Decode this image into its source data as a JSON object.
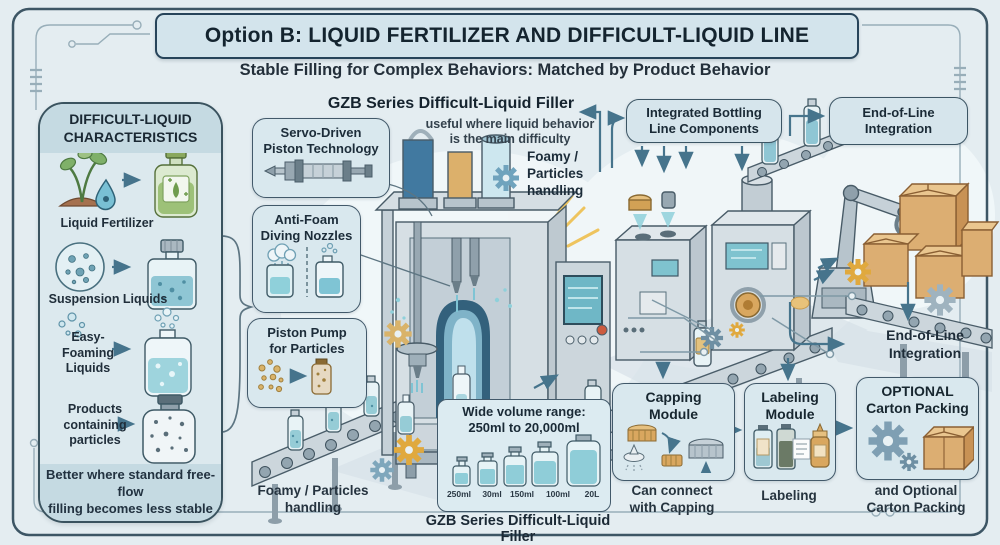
{
  "palette": {
    "background": "#e4edf1",
    "panel_fill": "#dce9ee",
    "band_fill": "#c5dae2",
    "box_fill": "#d9e8ee",
    "border_dark": "#3a535f",
    "text_dark": "#1b2733",
    "arrow_teal": "#46748c",
    "accent_amber": "#d9a75f",
    "liquid_blue": "#8fcdd8",
    "machine_gray": "#d6dfe4"
  },
  "header": {
    "title": "Option B: LIQUID FERTILIZER AND DIFFICULT-LIQUID LINE",
    "subtitle": "Stable Filling for Complex Behaviors: Matched by Product Behavior"
  },
  "left_panel": {
    "header": "DIFFICULT-LIQUID\nCHARACTERISTICS",
    "items": [
      {
        "label": "Liquid Fertilizer",
        "icon": "plant-seedling-icon",
        "target_icon": "fertilizer-bottle-icon"
      },
      {
        "label": "Suspension Liquids",
        "icon": "suspension-particles-icon",
        "target_icon": "suspension-bottle-icon"
      },
      {
        "label": "Easy-\nFoaming\nLiquids",
        "icon": "foam-bubbles-icon",
        "target_icon": "foaming-bottle-icon"
      },
      {
        "label": "Products\ncontaining\nparticles",
        "icon": "particles-text",
        "target_icon": "particle-bottle-icon"
      }
    ],
    "footer": "Better where standard free-flow\nfilling becomes less stable"
  },
  "filler_section": {
    "heading": "GZB Series Difficult-Liquid Filler",
    "note": "useful where liquid behavior\nis the main difficulty",
    "feature_boxes": [
      {
        "label": "Servo-Driven\nPiston Technology",
        "icon": "piston-icon"
      },
      {
        "label": "Anti-Foam\nDiving Nozzles",
        "icon": "anti-foam-bottles-icon"
      },
      {
        "label": "Piston Pump\nfor Particles",
        "icon": "particle-dots-icon"
      }
    ],
    "handling_label_top": "Foamy /\nParticles\nhandling",
    "handling_label_bottom": "Foamy / Particles\nhandling",
    "volume_box": {
      "title": "Wide volume range:\n250ml to 20,000ml",
      "bottles": [
        "250ml",
        "30ml",
        "150ml",
        "100ml",
        "20L"
      ]
    },
    "caption": "GZB Series Difficult-Liquid Filler"
  },
  "line_section": {
    "bottling_heading": "Integrated Bottling\nLine Components",
    "eol_heading": "End-of-Line\nIntegration",
    "eol_label": "End-of-Line\nIntegration",
    "modules": [
      {
        "title": "Capping\nModule",
        "caption": "Can connect\nwith Capping",
        "icon": "bottle-caps-icon"
      },
      {
        "title": "Labeling\nModule",
        "caption": "Labeling",
        "icon": "labeled-bottles-icon"
      },
      {
        "title": "OPTIONAL\nCarton Packing",
        "caption": "and Optional\nCarton Packing",
        "icon": "gear-carton-icon"
      }
    ]
  }
}
